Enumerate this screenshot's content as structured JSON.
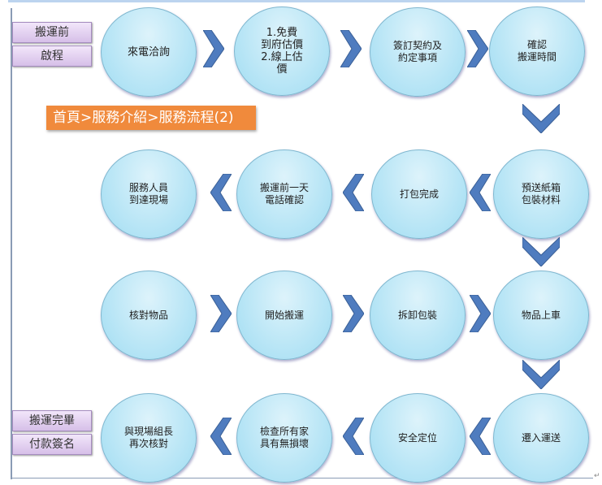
{
  "stage_labels": {
    "before_1": "搬運前",
    "before_2": "啟程",
    "after_1": "搬運完畢",
    "after_2": "付款簽名"
  },
  "breadcrumb": "首頁>服務介紹>服務流程(2)",
  "steps": {
    "s1": "來電洽詢",
    "s2": "1.免費\n到府估價\n2.線上估\n價",
    "s3": "簽訂契約及\n約定事項",
    "s4": "確認\n搬運時間",
    "s5": "預送紙箱\n包裝材料",
    "s6": "打包完成",
    "s7": "搬運前一天\n電話確認",
    "s8": "服務人員\n到達現場",
    "s9": "核對物品",
    "s10": "開始搬運",
    "s11": "拆卸包裝",
    "s12": "物品上車",
    "s13": "遷入運送",
    "s14": "安全定位",
    "s15": "檢查所有家\n具有無損壞",
    "s16": "與現場組長\n再次核對"
  },
  "colors": {
    "arrow": "#4f7cbf",
    "breadcrumb": "#f08a3c"
  }
}
